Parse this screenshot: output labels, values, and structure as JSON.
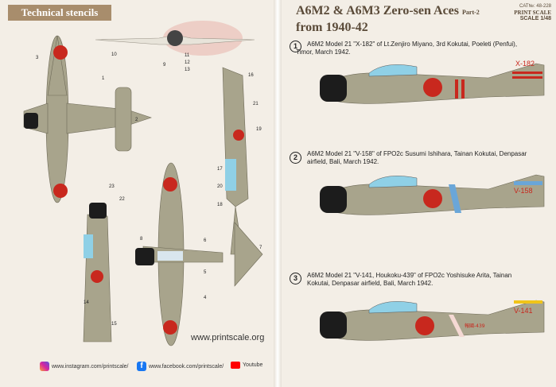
{
  "left_page": {
    "header": "Technical stencils",
    "callouts": [
      "1",
      "2",
      "3",
      "4",
      "5",
      "6",
      "7",
      "8",
      "9",
      "10",
      "11",
      "12",
      "13",
      "14",
      "15",
      "16",
      "17",
      "18",
      "19",
      "20",
      "21",
      "22",
      "23"
    ],
    "website": "www.printscale.org",
    "social": {
      "instagram": "www.instagram.com/printscale/",
      "facebook": "www.facebook.com/printscale/",
      "youtube": "Youtube"
    }
  },
  "right_page": {
    "title_line1": "A6M2 & A6M3 Zero-sen Aces",
    "title_part": "Part-2",
    "title_line2": "from 1940-42",
    "catalog_label": "CAT№: 48-228",
    "brand": "PRINT SCALE",
    "scale": "SCALE 1/48",
    "profiles": [
      {
        "number": "1",
        "caption": "A6M2 Model 21 \"X-182\" of Lt.Zenjiro Miyano, 3rd Kokutai, Poeleti (Penfui), Timor, March 1942.",
        "tail_code": "X-182"
      },
      {
        "number": "2",
        "caption": "A6M2 Model 21 \"V-158\" of FPO2c Susumi Ishihara, Tainan Kokutai, Denpasar airfield, Bali, March 1942.",
        "tail_code": "V-158"
      },
      {
        "number": "3",
        "caption": "A6M2 Model 21 \"V-141, Houkoku-439\" of FPO2c Yoshisuke Arita, Tainan Kokutai, Denpasar airfield, Bali, March 1942.",
        "tail_code": "V-141",
        "fuselage_text": "報國-439"
      }
    ]
  },
  "colors": {
    "airframe": "#a8a48c",
    "cowl": "#1c1c1c",
    "hinomaru": "#c8281e",
    "canopy": "#8fd0e6",
    "header_bg": "#a88d6c",
    "band_blue": "#6aa6d8",
    "band_yellow": "#f0c419"
  }
}
